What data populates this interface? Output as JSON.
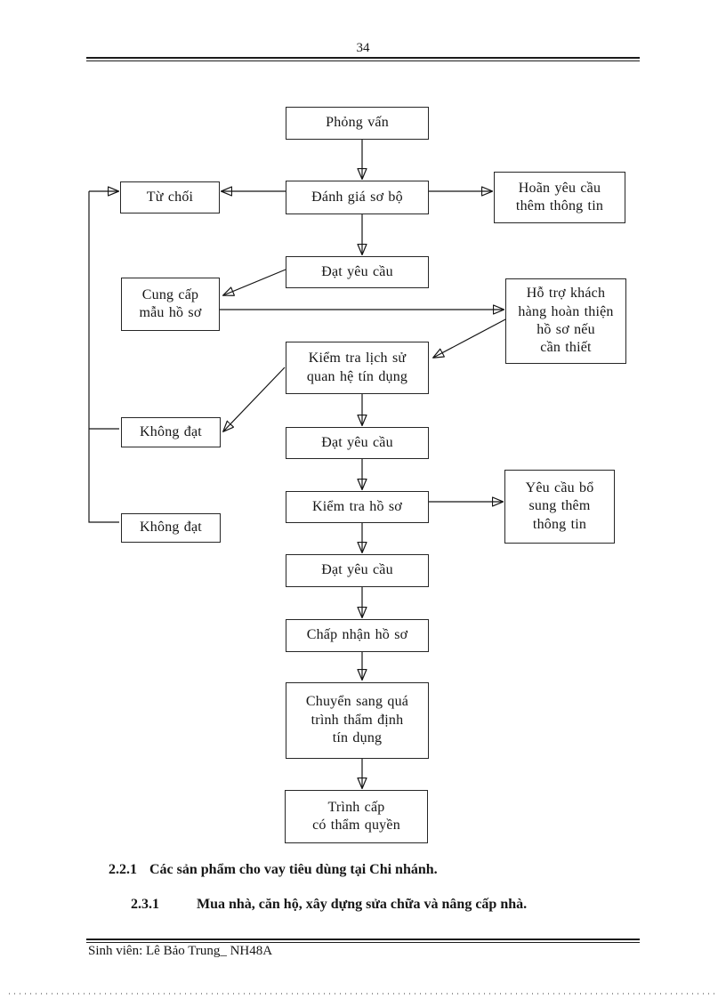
{
  "page": {
    "number": "34",
    "footer": "Sinh viên:  Lê Bảo Trung_ NH48A"
  },
  "flowchart": {
    "nodes": {
      "phong_van": {
        "label": "Phỏng vấn"
      },
      "danh_gia_so_bo": {
        "label": "Đánh giá sơ bộ"
      },
      "tu_choi": {
        "label": "Từ chối"
      },
      "hoan_yeu_cau": {
        "label": "Hoãn yêu cầu\nthêm thông tin"
      },
      "dat_yeu_cau_1": {
        "label": "Đạt yêu cầu"
      },
      "cung_cap_mau_ho_so": {
        "label": "Cung cấp\nmẫu hồ sơ"
      },
      "ho_tro_khach_hang": {
        "label": "Hỗ trợ khách\nhàng hoàn thiện\nhồ sơ nếu\ncần thiết"
      },
      "kiem_tra_lich_su": {
        "label": "Kiểm tra lịch sử\nquan hệ tín dụng"
      },
      "khong_dat_1": {
        "label": "Không đạt"
      },
      "dat_yeu_cau_2": {
        "label": "Đạt yêu cầu"
      },
      "kiem_tra_ho_so": {
        "label": "Kiểm tra hồ sơ"
      },
      "yeu_cau_bo_sung": {
        "label": "Yêu cầu bổ\nsung thêm\nthông tin"
      },
      "khong_dat_2": {
        "label": "Không đạt"
      },
      "dat_yeu_cau_3": {
        "label": "Đạt yêu cầu"
      },
      "chap_nhan_ho_so": {
        "label": "Chấp nhận hồ sơ"
      },
      "chuyen_sang_tham_dinh": {
        "label": "Chuyển sang quá\ntrình thẩm định\ntín dụng"
      },
      "trinh_cap_tham_quyen": {
        "label": "Trình cấp\ncó thẩm quyền"
      }
    },
    "edges": [
      {
        "from": "phong_van",
        "to": "danh_gia_so_bo"
      },
      {
        "from": "danh_gia_so_bo",
        "to": "tu_choi"
      },
      {
        "from": "danh_gia_so_bo",
        "to": "hoan_yeu_cau"
      },
      {
        "from": "danh_gia_so_bo",
        "to": "dat_yeu_cau_1"
      },
      {
        "from": "dat_yeu_cau_1",
        "to": "cung_cap_mau_ho_so"
      },
      {
        "from": "cung_cap_mau_ho_so",
        "to": "ho_tro_khach_hang"
      },
      {
        "from": "ho_tro_khach_hang",
        "to": "kiem_tra_lich_su"
      },
      {
        "from": "kiem_tra_lich_su",
        "to": "khong_dat_1"
      },
      {
        "from": "kiem_tra_lich_su",
        "to": "dat_yeu_cau_2"
      },
      {
        "from": "dat_yeu_cau_2",
        "to": "kiem_tra_ho_so"
      },
      {
        "from": "kiem_tra_ho_so",
        "to": "yeu_cau_bo_sung"
      },
      {
        "from": "kiem_tra_ho_so",
        "to": "dat_yeu_cau_3"
      },
      {
        "from": "khong_dat_1",
        "to": "tu_choi",
        "via": "left-return-line"
      },
      {
        "from": "khong_dat_2",
        "to": "tu_choi",
        "via": "left-return-line"
      },
      {
        "from": "dat_yeu_cau_3",
        "to": "chap_nhan_ho_so"
      },
      {
        "from": "chap_nhan_ho_so",
        "to": "chuyen_sang_tham_dinh"
      },
      {
        "from": "chuyen_sang_tham_dinh",
        "to": "trinh_cap_tham_quyen"
      }
    ]
  },
  "sections": [
    {
      "number": "2.2.1",
      "title": "Các sản phẩm cho vay tiêu dùng tại Chi nhánh."
    },
    {
      "number": "2.3.1",
      "title": "Mua nhà, căn hộ, xây dựng sửa chữa và nâng cấp nhà."
    }
  ]
}
